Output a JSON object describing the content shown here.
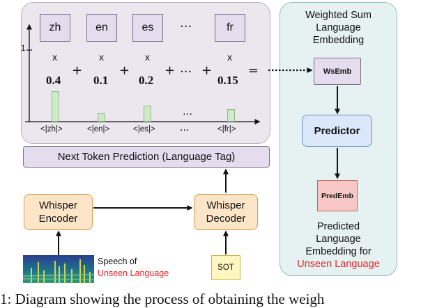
{
  "languages": [
    {
      "tag": "zh",
      "weight": "0.4",
      "token": "<|zh|>",
      "bar_value": 0.4
    },
    {
      "tag": "en",
      "weight": "0.1",
      "token": "<|en|>",
      "bar_value": 0.1
    },
    {
      "tag": "es",
      "weight": "0.2",
      "token": "<|es|>",
      "bar_value": 0.2
    },
    {
      "tag": "fr",
      "weight": "0.15",
      "token": "<|fr|>",
      "bar_value": 0.15
    }
  ],
  "y_axis_tick": "1",
  "ellipsis": "···",
  "ellipsis_small": "…",
  "x_symbol": "x",
  "plus": "+",
  "equals": "=",
  "next_token_label": "Next Token Prediction (Language Tag)",
  "encoder_label": [
    "Whisper",
    "Encoder"
  ],
  "decoder_label": [
    "Whisper",
    "Decoder"
  ],
  "sot_label": "SOT",
  "speech_label": [
    "Speech of",
    "Unseen Language"
  ],
  "right_panel": {
    "title": [
      "Weighted Sum",
      "Language",
      "Embedding"
    ],
    "wsemb": "WsEmb",
    "predictor": "Predictor",
    "predemb": "PredEmb",
    "bottom": [
      "Predicted",
      "Language",
      "Embedding for",
      "Unseen Language"
    ]
  },
  "caption": "1: Diagram showing the process of obtaining the weigh",
  "colors": {
    "highlight_red": "#e0292a"
  }
}
